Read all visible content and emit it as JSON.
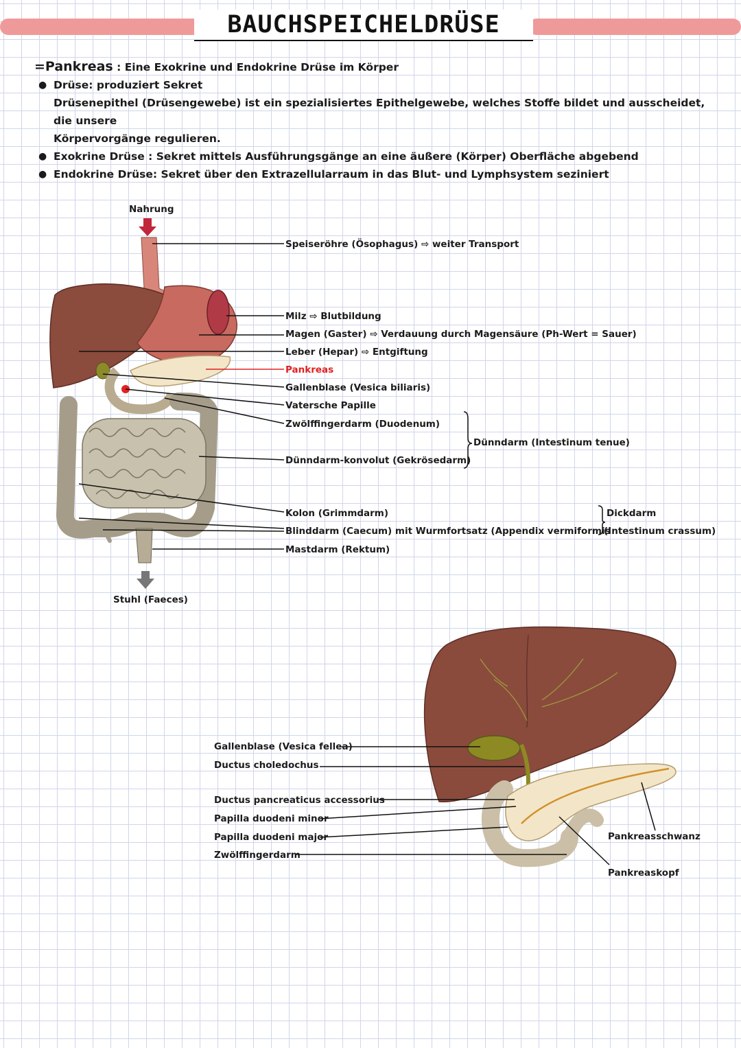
{
  "header": {
    "title": "BAUCHSPEICHELDRÜSE"
  },
  "intro": {
    "definition_term": "=Pankreas",
    "definition_text": ": Eine Exokrine und Endokrine Drüse im Körper",
    "druese": "Drüse: produziert Sekret",
    "epithel_line1": "Drüsenepithel (Drüsengewebe) ist ein spezialisiertes Epithelgewebe, welches Stoffe bildet und ausscheidet, die unsere",
    "epithel_line2": "Körpervorgänge regulieren.",
    "exokrin": "Exokrine Drüse : Sekret mittels Ausführungsgänge an eine äußere (Körper) Oberfläche abgebend",
    "endokrin": "Endokrine Drüse: Sekret über den Extrazellularraum in das Blut- und Lymphsystem seziniert"
  },
  "diagram1": {
    "top_label": "Nahrung",
    "bottom_label": "Stuhl (Faeces)",
    "labels": {
      "speiseroehre": "Speiseröhre (Ösophagus) ⇨ weiter Transport",
      "milz": "Milz ⇨ Blutbildung",
      "magen": "Magen (Gaster) ⇨ Verdauung durch Magensäure (Ph-Wert = Sauer)",
      "leber": "Leber (Hepar) ⇨ Entgiftung",
      "pankreas": "Pankreas",
      "gallenblase": "Gallenblase (Vesica biliaris)",
      "papille": "Vatersche Papille",
      "duodenum": "Zwölffingerdarm (Duodenum)",
      "konvolut": "Dünndarm-konvolut (Gekrösedarm)",
      "kolon": "Kolon (Grimmdarm)",
      "blinddarm": "Blinddarm (Caecum) mit Wurmfortsatz (Appendix vermiformis",
      "mastdarm": "Mastdarm (Rektum)",
      "duenndarm_group": "Dünndarm (Intestinum tenue)",
      "dickdarm_group_1": "Dickdarm",
      "dickdarm_group_2": "(Intestinum crassum)"
    }
  },
  "diagram2": {
    "labels": {
      "gallenblase": "Gallenblase (Vesica fellea)",
      "choledochus": "Ductus choledochus",
      "accessorius": "Ductus pancreaticus accessorius",
      "papilla_minor": "Papilla duodeni minor",
      "papilla_major": "Papilla duodeni major",
      "zwoelffinger": "Zwölffingerdarm",
      "schwanz": "Pankreasschwanz",
      "kopf": "Pankreaskopf"
    }
  },
  "colors": {
    "highlight": "#ef9a9a",
    "pankreas_label": "#e02020",
    "liver": "#8a4b3c",
    "pancreas_tissue": "#f3e6c8",
    "intestine": "#a59d8a"
  }
}
